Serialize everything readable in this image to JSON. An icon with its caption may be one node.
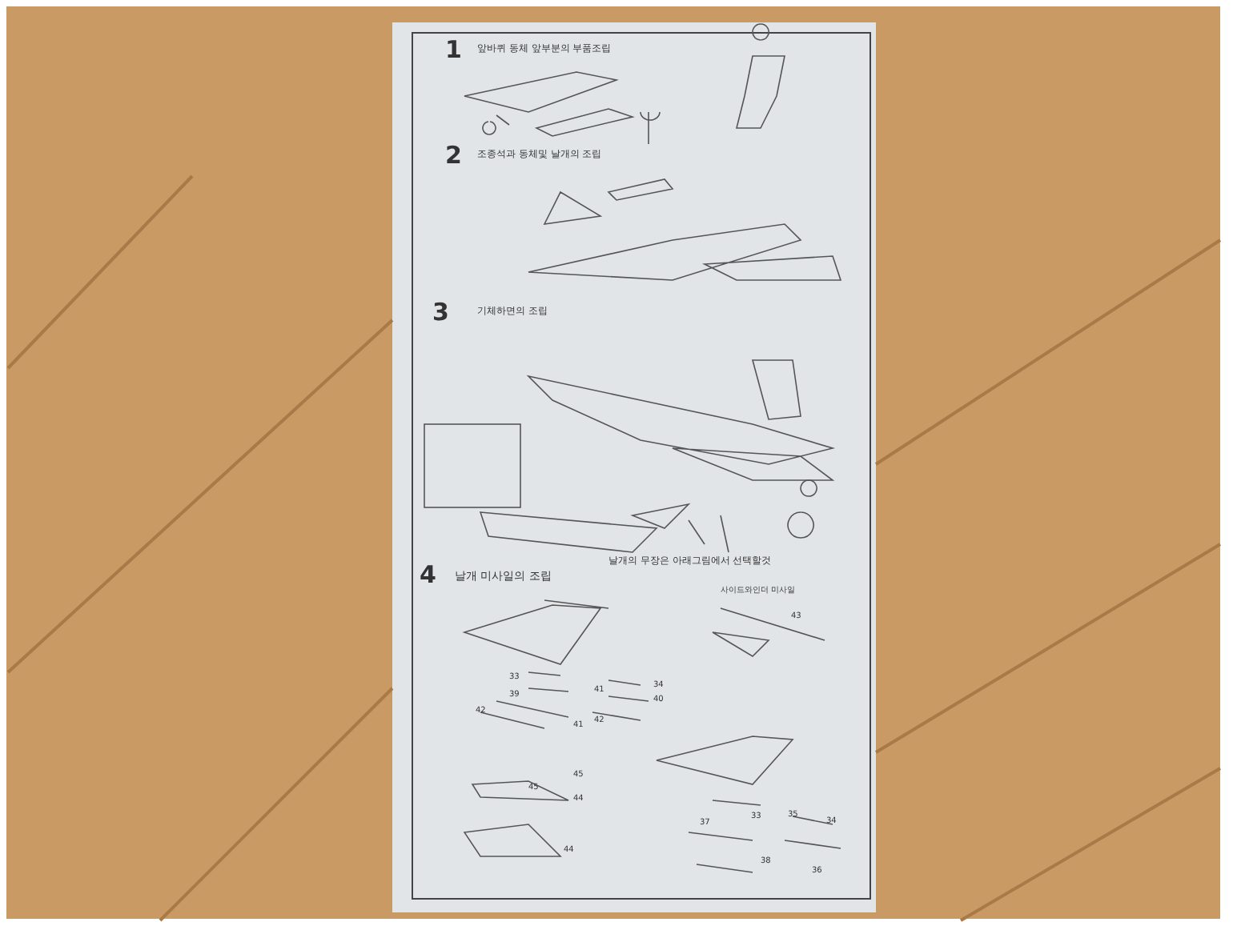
{
  "diagram": {
    "labels": [
      "1",
      "앞바퀴 동체 앞부분의 부품조립",
      "2",
      "조종석과 동체및 날개의 조립",
      "3",
      "기체하면의 조립",
      "4",
      "날개 미사일의 조립",
      "날개의 무장은 아래그림에서 선택할것",
      "사이드와인더 미사일",
      "43",
      "33",
      "39",
      "41",
      "34",
      "40",
      "42",
      "41",
      "42",
      "45",
      "45",
      "44",
      "44",
      "37",
      "33",
      "35",
      "34",
      "38",
      "36"
    ]
  }
}
